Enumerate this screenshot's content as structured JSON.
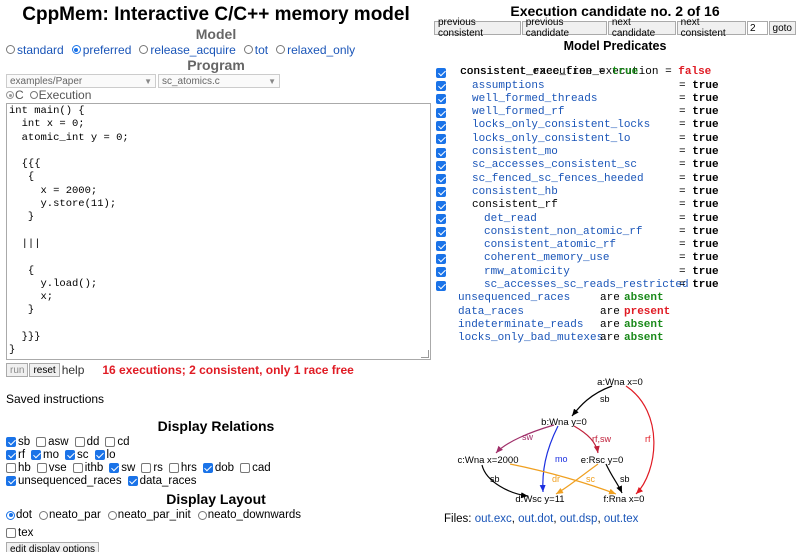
{
  "app": {
    "title": "CppMem: Interactive C/C++ memory model"
  },
  "model": {
    "title": "Model",
    "options": [
      {
        "label": "standard",
        "selected": false
      },
      {
        "label": "preferred",
        "selected": true
      },
      {
        "label": "release_acquire",
        "selected": false
      },
      {
        "label": "tot",
        "selected": false
      },
      {
        "label": "relaxed_only",
        "selected": false
      }
    ]
  },
  "program": {
    "title": "Program",
    "example_select": "examples/Paper",
    "file_select": "sc_atomics.c",
    "modes": [
      {
        "label": "C",
        "selected": true
      },
      {
        "label": "Execution",
        "selected": false
      }
    ],
    "code": "int main() {\n  int x = 0;\n  atomic_int y = 0;\n\n  {{{\n   {\n     x = 2000;\n     y.store(11);\n   }\n\n  |||\n\n   {\n     y.load();\n     x;\n   }\n\n  }}}\n}"
  },
  "buttons": {
    "run": "run",
    "reset": "reset",
    "help": "help"
  },
  "status": {
    "summary": "16 executions; 2 consistent, only 1 race free"
  },
  "saved": {
    "label": "Saved instructions"
  },
  "display_relations": {
    "title": "Display Relations",
    "rows": [
      [
        {
          "label": "sb",
          "checked": true
        },
        {
          "label": "asw",
          "checked": false
        },
        {
          "label": "dd",
          "checked": false
        },
        {
          "label": "cd",
          "checked": false
        }
      ],
      [
        {
          "label": "rf",
          "checked": true
        },
        {
          "label": "mo",
          "checked": true
        },
        {
          "label": "sc",
          "checked": true
        },
        {
          "label": "lo",
          "checked": true
        }
      ],
      [
        {
          "label": "hb",
          "checked": false
        },
        {
          "label": "vse",
          "checked": false
        },
        {
          "label": "ithb",
          "checked": false
        },
        {
          "label": "sw",
          "checked": true
        },
        {
          "label": "rs",
          "checked": false
        },
        {
          "label": "hrs",
          "checked": false
        },
        {
          "label": "dob",
          "checked": true
        },
        {
          "label": "cad",
          "checked": false
        }
      ],
      [
        {
          "label": "unsequenced_races",
          "checked": true
        },
        {
          "label": "data_races",
          "checked": true
        }
      ]
    ]
  },
  "display_layout": {
    "title": "Display Layout",
    "options": [
      {
        "label": "dot",
        "selected": true
      },
      {
        "label": "neato_par",
        "selected": false
      },
      {
        "label": "neato_par_init",
        "selected": false
      },
      {
        "label": "neato_downwards",
        "selected": false
      }
    ],
    "tex": {
      "label": "tex",
      "checked": false
    },
    "edit_button": "edit display options"
  },
  "execution": {
    "title": "Execution candidate no. 2 of 16",
    "prev_consistent": "previous consistent",
    "prev_candidate": "previous candidate",
    "next_candidate": "next candidate",
    "next_consistent": "next consistent",
    "index_value": "2",
    "goto": "goto"
  },
  "predicates": {
    "title": "Model Predicates",
    "header": {
      "name": "consistent_race_free_execution",
      "eq": "=",
      "value": "false"
    },
    "items": [
      {
        "name": "consistent_execution",
        "eq": "=",
        "value": "true",
        "indent": 1,
        "checked": true,
        "inline": true,
        "black": true
      },
      {
        "name": "assumptions",
        "eq": "=",
        "value": "true",
        "indent": 2,
        "checked": true
      },
      {
        "name": "well_formed_threads",
        "eq": "=",
        "value": "true",
        "indent": 2,
        "checked": true
      },
      {
        "name": "well_formed_rf",
        "eq": "=",
        "value": "true",
        "indent": 2,
        "checked": true
      },
      {
        "name": "locks_only_consistent_locks",
        "eq": "=",
        "value": "true",
        "indent": 2,
        "checked": true
      },
      {
        "name": "locks_only_consistent_lo",
        "eq": "=",
        "value": "true",
        "indent": 2,
        "checked": true
      },
      {
        "name": "consistent_mo",
        "eq": "=",
        "value": "true",
        "indent": 2,
        "checked": true
      },
      {
        "name": "sc_accesses_consistent_sc",
        "eq": "=",
        "value": "true",
        "indent": 2,
        "checked": true
      },
      {
        "name": "sc_fenced_sc_fences_heeded",
        "eq": "=",
        "value": "true",
        "indent": 2,
        "checked": true
      },
      {
        "name": "consistent_hb",
        "eq": "=",
        "value": "true",
        "indent": 2,
        "checked": true
      },
      {
        "name": "consistent_rf",
        "eq": "=",
        "value": "true",
        "indent": 2,
        "checked": true,
        "black": true
      },
      {
        "name": "det_read",
        "eq": "=",
        "value": "true",
        "indent": 3,
        "checked": true
      },
      {
        "name": "consistent_non_atomic_rf",
        "eq": "=",
        "value": "true",
        "indent": 3,
        "checked": true
      },
      {
        "name": "consistent_atomic_rf",
        "eq": "=",
        "value": "true",
        "indent": 3,
        "checked": true
      },
      {
        "name": "coherent_memory_use",
        "eq": "=",
        "value": "true",
        "indent": 3,
        "checked": true
      },
      {
        "name": "rmw_atomicity",
        "eq": "=",
        "value": "true",
        "indent": 3,
        "checked": true
      },
      {
        "name": "sc_accesses_sc_reads_restricted",
        "eq": "=",
        "value": "true",
        "indent": 3,
        "checked": true
      }
    ],
    "races": [
      {
        "name": "unsequenced_races",
        "are": "are",
        "result": "absent"
      },
      {
        "name": "data_races",
        "are": "are",
        "result": "present"
      },
      {
        "name": "indeterminate_reads",
        "are": "are",
        "result": "absent"
      },
      {
        "name": "locks_only_bad_mutexes",
        "are": "are",
        "result": "absent"
      }
    ]
  },
  "graph": {
    "nodes": [
      {
        "id": "a",
        "label": "a:Wna x=0"
      },
      {
        "id": "b",
        "label": "b:Wna y=0"
      },
      {
        "id": "c",
        "label": "c:Wna x=2000"
      },
      {
        "id": "d",
        "label": "d:Wsc y=11"
      },
      {
        "id": "e",
        "label": "e:Rsc y=0"
      },
      {
        "id": "f",
        "label": "f:Rna x=0"
      }
    ],
    "edges": [
      {
        "from": "a",
        "to": "b",
        "label": "sb",
        "color": "#000000"
      },
      {
        "from": "a",
        "to": "f",
        "label": "rf",
        "color": "#e01b24"
      },
      {
        "from": "b",
        "to": "c",
        "label": "sw",
        "color": "#a0306a"
      },
      {
        "from": "b",
        "to": "d",
        "label": "mo",
        "color": "#1a2ee0"
      },
      {
        "from": "b",
        "to": "e",
        "label": "rf,sw",
        "color": "#c0203a"
      },
      {
        "from": "c",
        "to": "d",
        "label": "sb",
        "color": "#000000"
      },
      {
        "from": "e",
        "to": "d",
        "label": "dr",
        "color": "#f0a020"
      },
      {
        "from": "c",
        "to": "f",
        "label": "sc",
        "color": "#f0a020"
      },
      {
        "from": "e",
        "to": "f",
        "label": "sb",
        "color": "#000000"
      }
    ]
  },
  "files": {
    "label": "Files:",
    "links": [
      "out.exc",
      "out.dot",
      "out.dsp",
      "out.tex"
    ]
  }
}
